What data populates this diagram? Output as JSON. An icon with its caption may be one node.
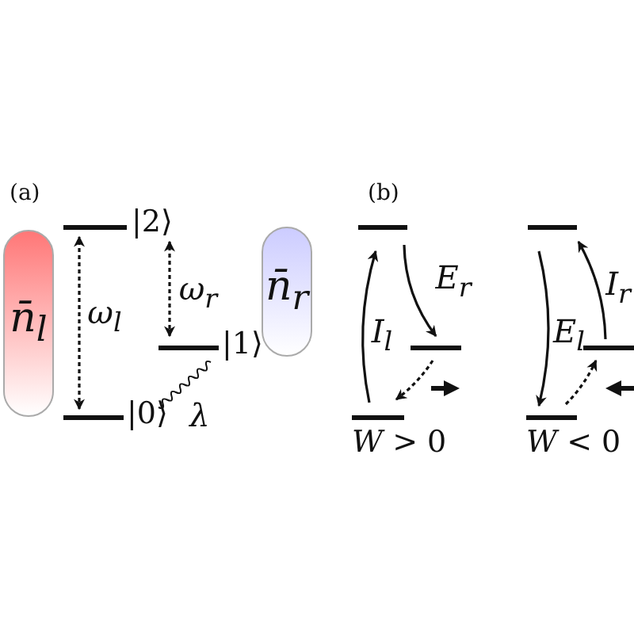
{
  "diagram": {
    "nodes": [
      {
        "text": [
          "n̄$_{l}$"
        ]
      },
      {
        "text": [],
        "shape": "bar",
        "beside": [
          "|2⟩"
        ]
      },
      {
        "text": [],
        "shape": "bar",
        "beside": [
          "|1⟩"
        ]
      },
      {
        "text": [],
        "shape": "bar",
        "beside": [
          "|0⟩"
        ]
      },
      {
        "text": [
          "n̄$_{r}$"
        ]
      },
      {
        "text": [],
        "shape": "bar"
      },
      {
        "text": [],
        "shape": "bar"
      },
      {
        "text": [],
        "shape": "bar",
        "beside": [
          "*W* > 0"
        ]
      },
      {
        "text": [],
        "shape": "bar"
      },
      {
        "text": [],
        "shape": "bar"
      },
      {
        "text": [],
        "shape": "bar",
        "beside": [
          "*W* < 0"
        ]
      }
    ],
    "edges": [
      {
        "from": 3,
        "to": 1,
        "arrow": "both",
        "style": "dashed",
        "label": "ω$_{l}$"
      },
      {
        "from": 2,
        "to": 1,
        "arrow": "both",
        "style": "dashed",
        "label": "ω$_{r}$"
      },
      {
        "from": 3,
        "to": 2,
        "arrow": "none",
        "label": "λ"
      },
      {
        "from": 7,
        "to": 5,
        "arrow": "to",
        "label": "I$_{l}$"
      },
      {
        "from": 5,
        "to": 6,
        "arrow": "to",
        "label": "E$_{r}$"
      },
      {
        "from": 6,
        "to": 7,
        "arrow": "to",
        "style": "dashed"
      },
      {
        "from": 8,
        "to": 10,
        "arrow": "to",
        "label": "E$_{l}$"
      },
      {
        "from": 10,
        "to": 9,
        "arrow": "to",
        "style": "dashed"
      },
      {
        "from": 9,
        "to": 8,
        "arrow": "to",
        "label": "I$_{r}$"
      }
    ],
    "labels": [
      "(a)",
      "(b)"
    ]
  }
}
